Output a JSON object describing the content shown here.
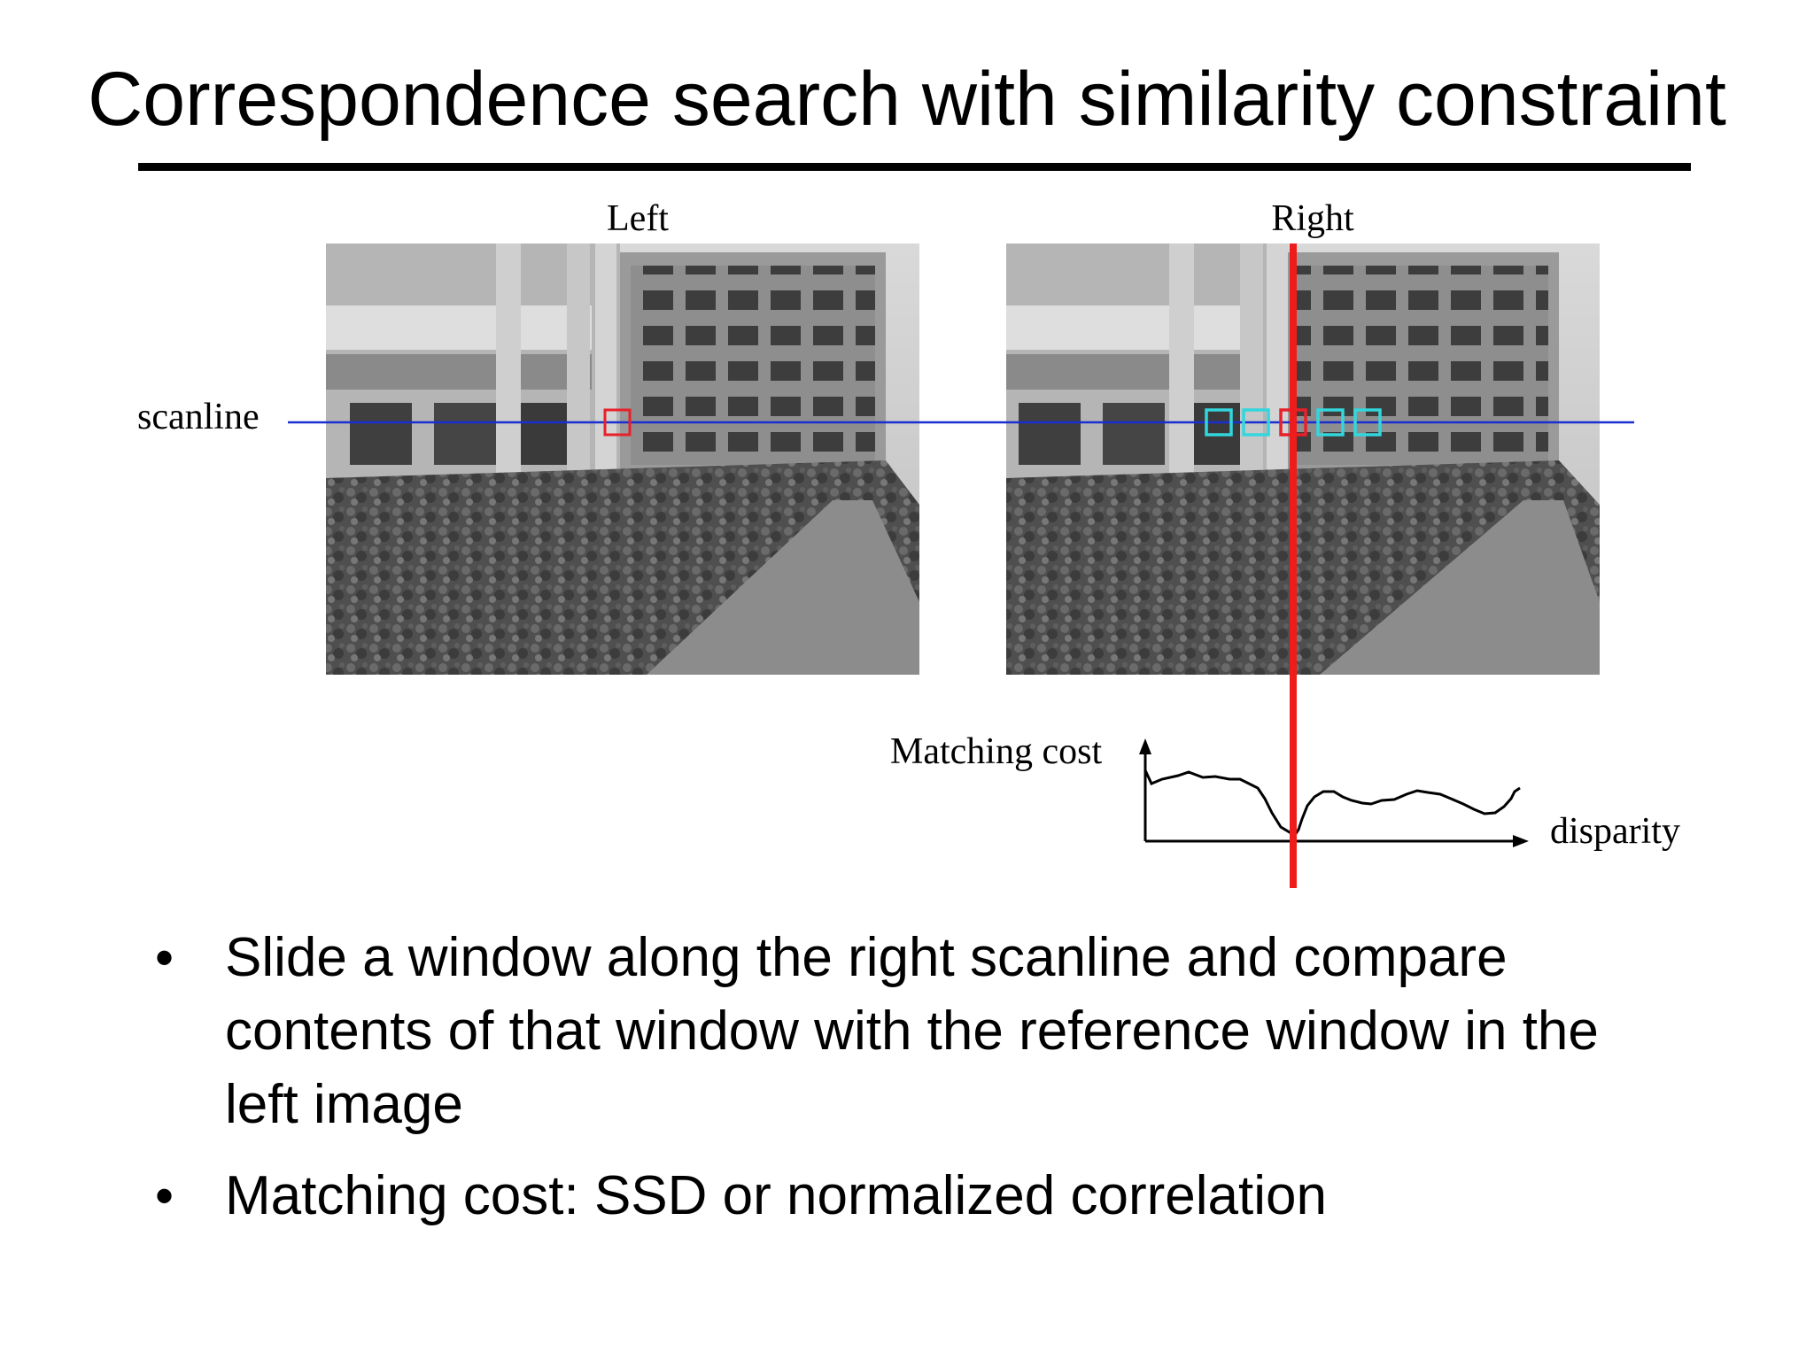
{
  "slide": {
    "title": "Correspondence search with similarity constraint"
  },
  "figure": {
    "left_label": "Left",
    "right_label": "Right",
    "scanline_label": "scanline",
    "cost_axis_label": "Matching cost",
    "disparity_axis_label": "disparity",
    "colors": {
      "scanline": "#1a2fd0",
      "reference_window": "#e8202a",
      "candidate_windows": "#32d6dc",
      "disparity_marker": "#ee1c1c"
    }
  },
  "bullets": [
    {
      "marker": "•",
      "text": "Slide a window along the right scanline and compare contents of that window with the reference window in the left image"
    },
    {
      "marker": "•",
      "text": "Matching cost: SSD or normalized correlation"
    }
  ]
}
